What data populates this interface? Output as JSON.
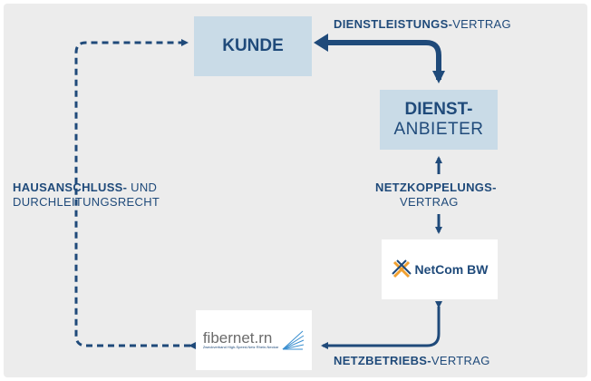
{
  "nodes": {
    "kunde": "KUNDE",
    "anbieter_line1": "DIENST-",
    "anbieter_line2": "ANBIETER",
    "netcom": "NetCom BW",
    "fibernet_name": "fibernet.rn",
    "fibernet_tagline": "Zweckverband High-Speed-Netz Rhein-Neckar"
  },
  "labels": {
    "dienstleistung_bold": "DIENSTLEISTUNGS-",
    "dienstleistung_normal": "VERTRAG",
    "netzkopplung_line1": "NETZKOPPELUNGS-",
    "netzkopplung_line2": "VERTRAG",
    "hausanschluss_bold": "HAUSANSCHLUSS-",
    "hausanschluss_normal": " UND",
    "durchleitung": "DURCHLEITUNGSRECHT",
    "netzbetrieb_bold": "NETZBETRIEBS-",
    "netzbetrieb_normal": "VERTRAG"
  },
  "colors": {
    "arrow": "#1f4a7a",
    "box_fill": "#c9dbe7",
    "panel": "#ececec"
  }
}
